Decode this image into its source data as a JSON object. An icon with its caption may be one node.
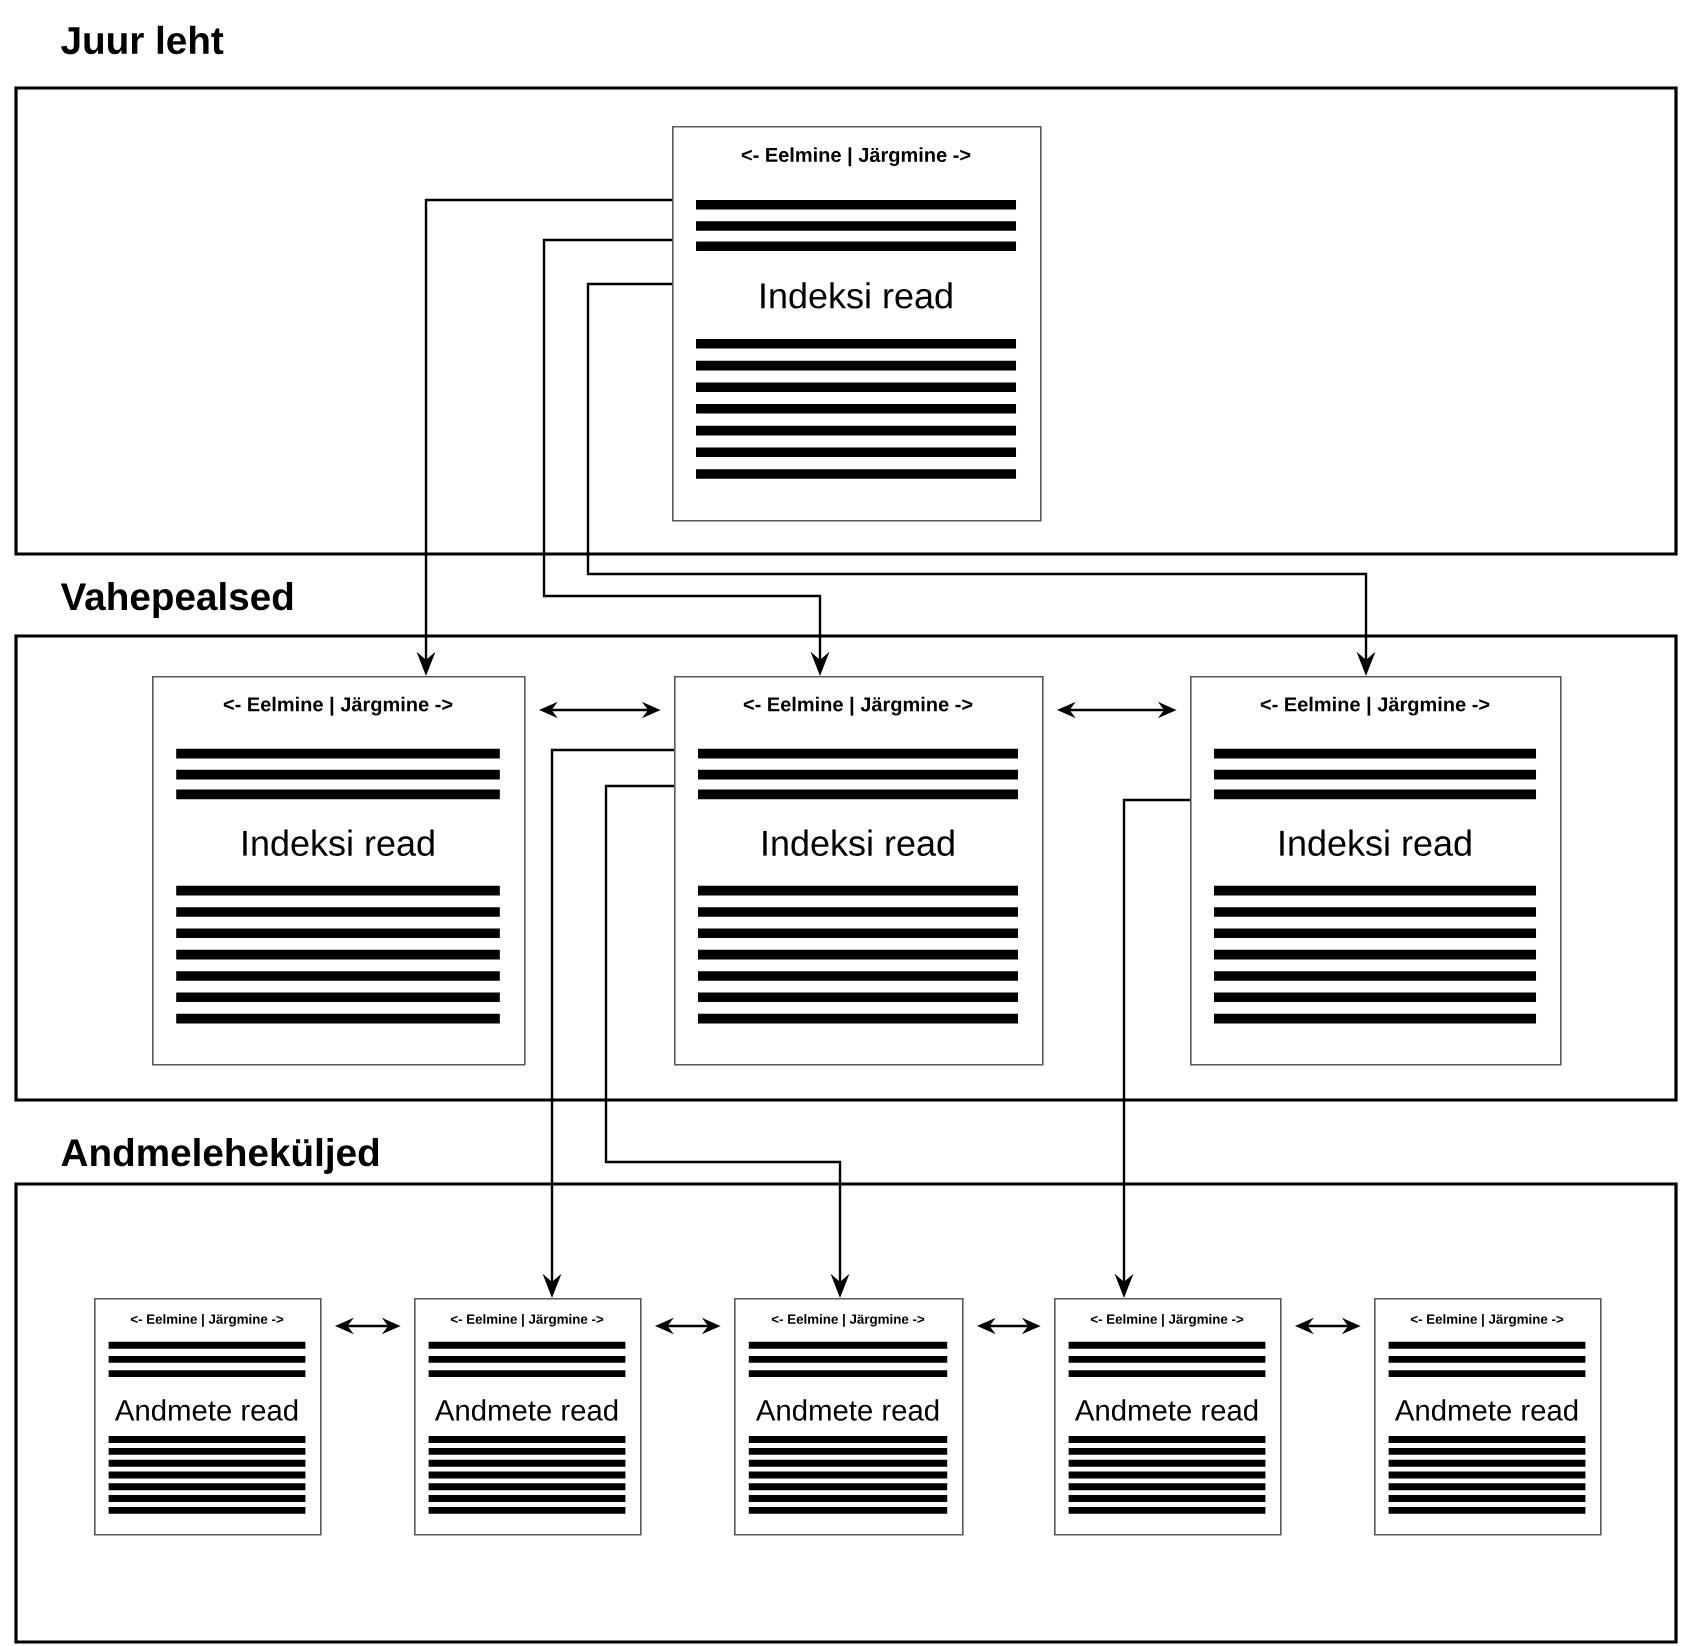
{
  "diagram": {
    "nodes": [
      {
        "text": [
          "Juur leht"
        ]
      },
      {
        "text": [
          "<- Eelmine | Järgmine ->",
          "Indeksi read"
        ],
        "in": 0
      },
      {
        "text": [
          "Vahepealsed"
        ]
      },
      {
        "text": [
          "<- Eelmine | Järgmine ->",
          "Indeksi read"
        ],
        "in": 2
      },
      {
        "text": [
          "<- Eelmine | Järgmine ->",
          "Indeksi read"
        ],
        "in": 2
      },
      {
        "text": [
          "<- Eelmine | Järgmine ->",
          "Indeksi read"
        ],
        "in": 2
      },
      {
        "text": [
          "Andmeleheküljed"
        ]
      },
      {
        "text": [
          "<- Eelmine | Järgmine ->",
          "Andmete read"
        ],
        "in": 6
      },
      {
        "text": [
          "<- Eelmine | Järgmine ->",
          "Andmete read"
        ],
        "in": 6
      },
      {
        "text": [
          "<- Eelmine | Järgmine ->",
          "Andmete read"
        ],
        "in": 6
      },
      {
        "text": [
          "<- Eelmine | Järgmine ->",
          "Andmete read"
        ],
        "in": 6
      },
      {
        "text": [
          "<- Eelmine | Järgmine ->",
          "Andmete read"
        ],
        "in": 6
      }
    ],
    "edges": [
      {
        "from": 1,
        "to": 3,
        "arrow": "to"
      },
      {
        "from": 1,
        "to": 4,
        "arrow": "to"
      },
      {
        "from": 1,
        "to": 5,
        "arrow": "to"
      },
      {
        "from": 3,
        "to": 4,
        "arrow": "both"
      },
      {
        "from": 4,
        "to": 5,
        "arrow": "both"
      },
      {
        "from": 4,
        "to": 8,
        "arrow": "to"
      },
      {
        "from": 4,
        "to": 9,
        "arrow": "to"
      },
      {
        "from": 5,
        "to": 10,
        "arrow": "to"
      },
      {
        "from": 7,
        "to": 8,
        "arrow": "both"
      },
      {
        "from": 8,
        "to": 9,
        "arrow": "both"
      },
      {
        "from": 9,
        "to": 10,
        "arrow": "both"
      },
      {
        "from": 10,
        "to": 11,
        "arrow": "both"
      }
    ]
  }
}
